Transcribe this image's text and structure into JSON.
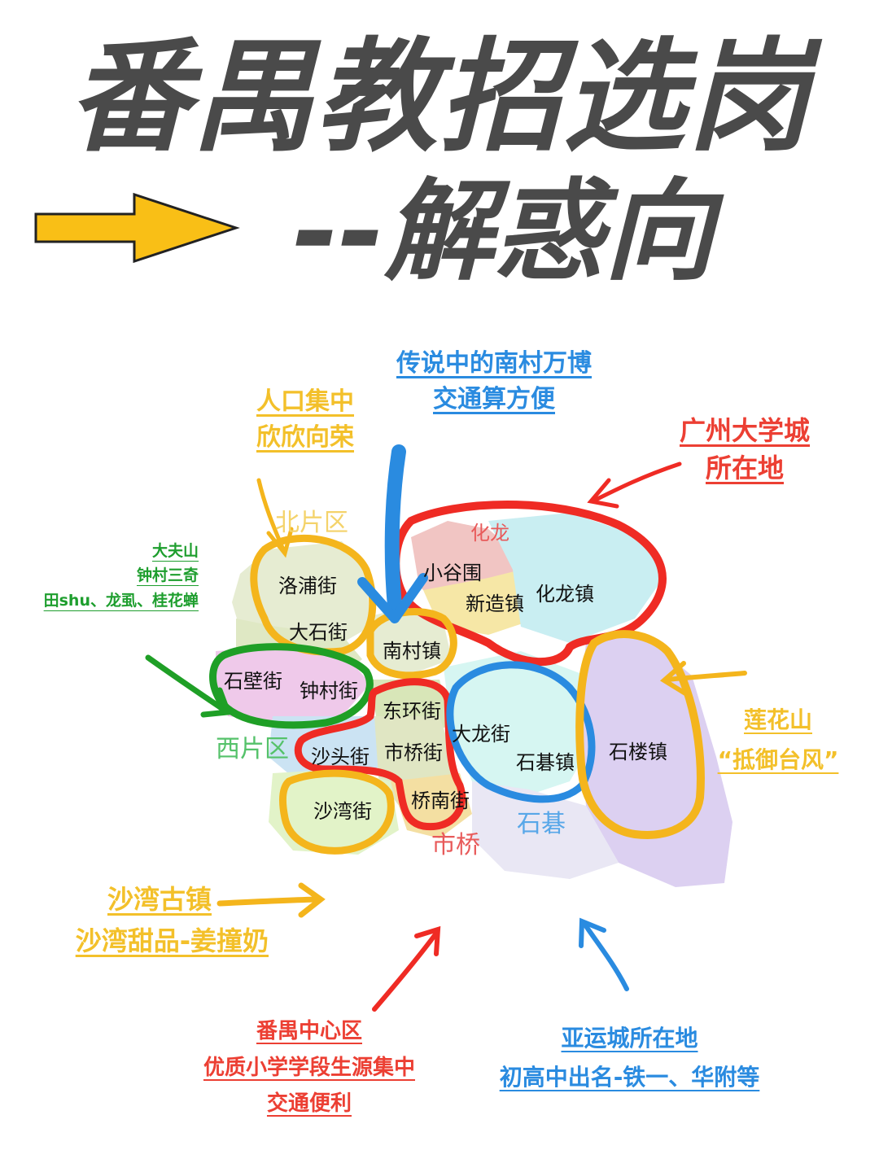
{
  "title": {
    "line1": "番禺教招选岗",
    "line2": "--解惑向"
  },
  "colors": {
    "title": "#4a4a4a",
    "arrow_yellow": "#f9bf16",
    "yellow": "#f3c02a",
    "blue": "#2a8be0",
    "red": "#ec3f33",
    "green": "#1e9e2e"
  },
  "map": {
    "districts": {
      "luopu": "洛浦街",
      "dashi": "大石街",
      "nancun": "南村镇",
      "xiaoguwei": "小谷围",
      "xinzao": "新造镇",
      "hualong": "化龙镇",
      "shibi": "石壁街",
      "zhongcun": "钟村街",
      "donghuan": "东环街",
      "dalong": "大龙街",
      "shiji": "石碁镇",
      "shilou": "石楼镇",
      "shatou": "沙头街",
      "shiqiao": "市桥街",
      "qiaonan": "桥南街",
      "shawan": "沙湾街"
    },
    "regions": {
      "north": "北片区",
      "hualong": "化龙",
      "west": "西片区",
      "shiqiao": "市桥",
      "shiji": "石碁"
    }
  },
  "annotations": {
    "nancun": {
      "lines": [
        "传说中的南村万博",
        "交通算方便"
      ]
    },
    "north": {
      "lines": [
        "人口集中",
        "欣欣向荣"
      ]
    },
    "hualong": {
      "lines": [
        "广州大学城",
        "所在地"
      ]
    },
    "west": {
      "lines": [
        "大夫山",
        "钟村三奇",
        "田shu、龙虱、桂花蝉"
      ]
    },
    "shilou": {
      "lines": [
        "莲花山",
        "“抵御台风”"
      ]
    },
    "shawan": {
      "lines": [
        "沙湾古镇",
        "沙湾甜品-姜撞奶"
      ]
    },
    "center": {
      "lines": [
        "番禺中心区",
        "优质小学学段生源集中",
        "交通便利"
      ]
    },
    "shiji": {
      "lines": [
        "亚运城所在地",
        "初高中出名-铁一、华附等"
      ]
    }
  }
}
